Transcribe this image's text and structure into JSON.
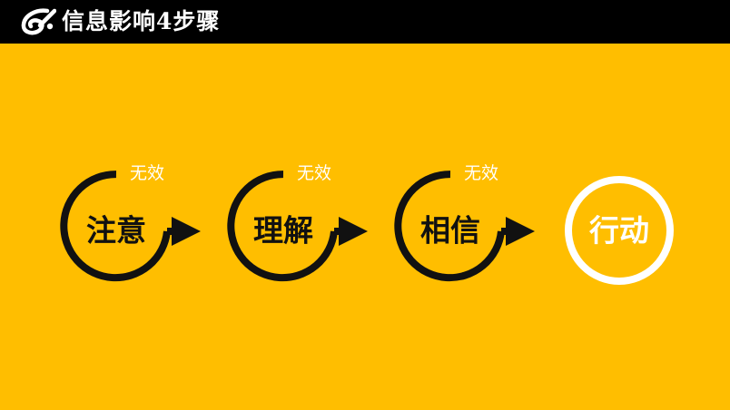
{
  "header": {
    "title": "信息影响4步骤",
    "logo_icon": "stylized-g-swirl-logo"
  },
  "colors": {
    "background": "#FFBE00",
    "header_bg": "#000000",
    "ink": "#111111",
    "final_ring": "#FFFFFF"
  },
  "steps": [
    {
      "label": "注意",
      "note": "无效"
    },
    {
      "label": "理解",
      "note": "无效"
    },
    {
      "label": "相信",
      "note": "无效"
    }
  ],
  "final_step": {
    "label": "行动"
  }
}
